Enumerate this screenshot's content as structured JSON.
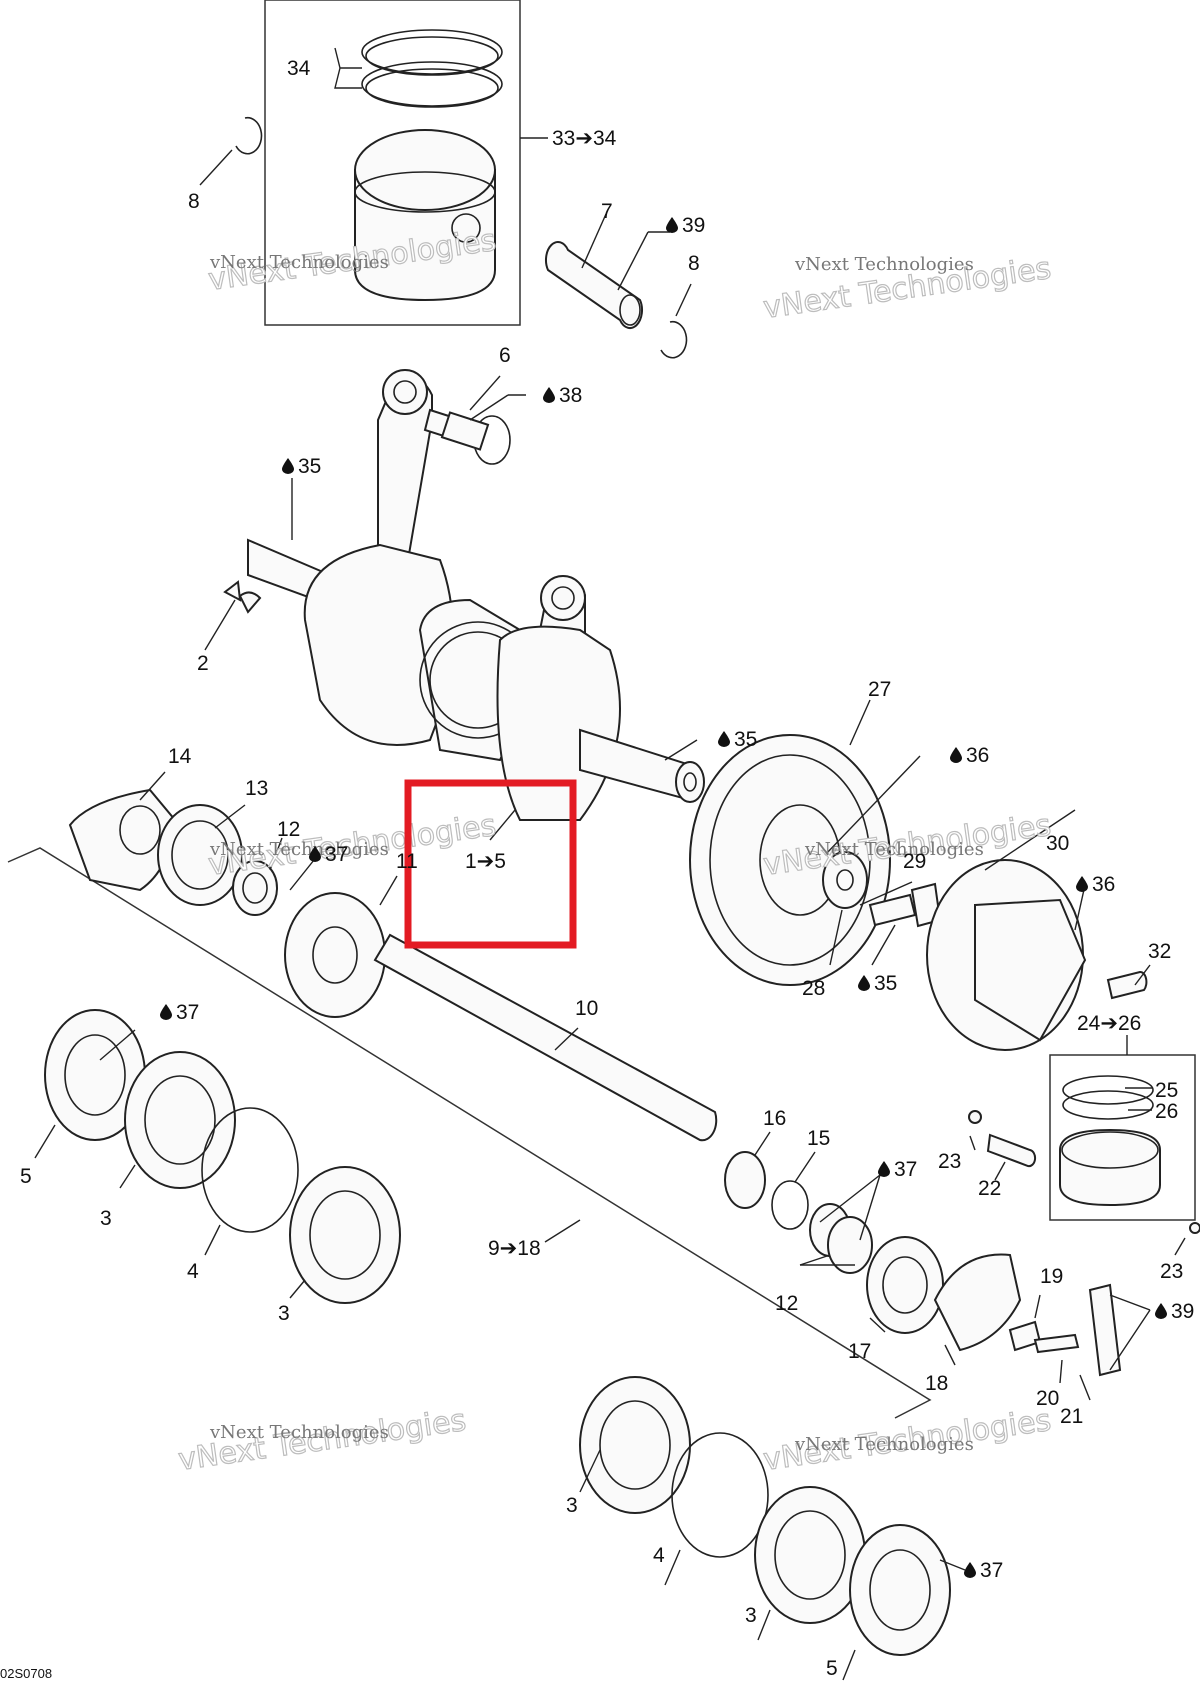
{
  "diagram": {
    "figure_code": "02S0708",
    "highlight_color": "#e31b23",
    "highlighted_label": "1➔5",
    "labels": {
      "l1_5": "1➔5",
      "l2": "2",
      "l3a": "3",
      "l3b": "3",
      "l3c": "3",
      "l3d": "3",
      "l4a": "4",
      "l4b": "4",
      "l5a": "5",
      "l5b": "5",
      "l6": "6",
      "l7": "7",
      "l8a": "8",
      "l8b": "8",
      "l9_18": "9➔18",
      "l10": "10",
      "l11": "11",
      "l12a": "12",
      "l12b": "12",
      "l13": "13",
      "l14": "14",
      "l15": "15",
      "l16": "16",
      "l17": "17",
      "l18": "18",
      "l19": "19",
      "l20": "20",
      "l21": "21",
      "l22": "22",
      "l23a": "23",
      "l23b": "23",
      "l24_26": "24➔26",
      "l25": "25",
      "l26": "26",
      "l27": "27",
      "l28": "28",
      "l29": "29",
      "l30": "30",
      "l32": "32",
      "l33_34": "33➔34",
      "l34": "34",
      "oil35a": "35",
      "oil35b": "35",
      "oil35c": "35",
      "oil36a": "36",
      "oil36b": "36",
      "oil37a": "37",
      "oil37b": "37",
      "oil37c": "37",
      "oil37d": "37",
      "oil38": "38",
      "oil39a": "39",
      "oil39b": "39"
    },
    "watermark": {
      "line1": "vNext Technologies",
      "line2": "vNext Technologies"
    },
    "icons": {
      "oil": "oil-drop-icon"
    }
  }
}
